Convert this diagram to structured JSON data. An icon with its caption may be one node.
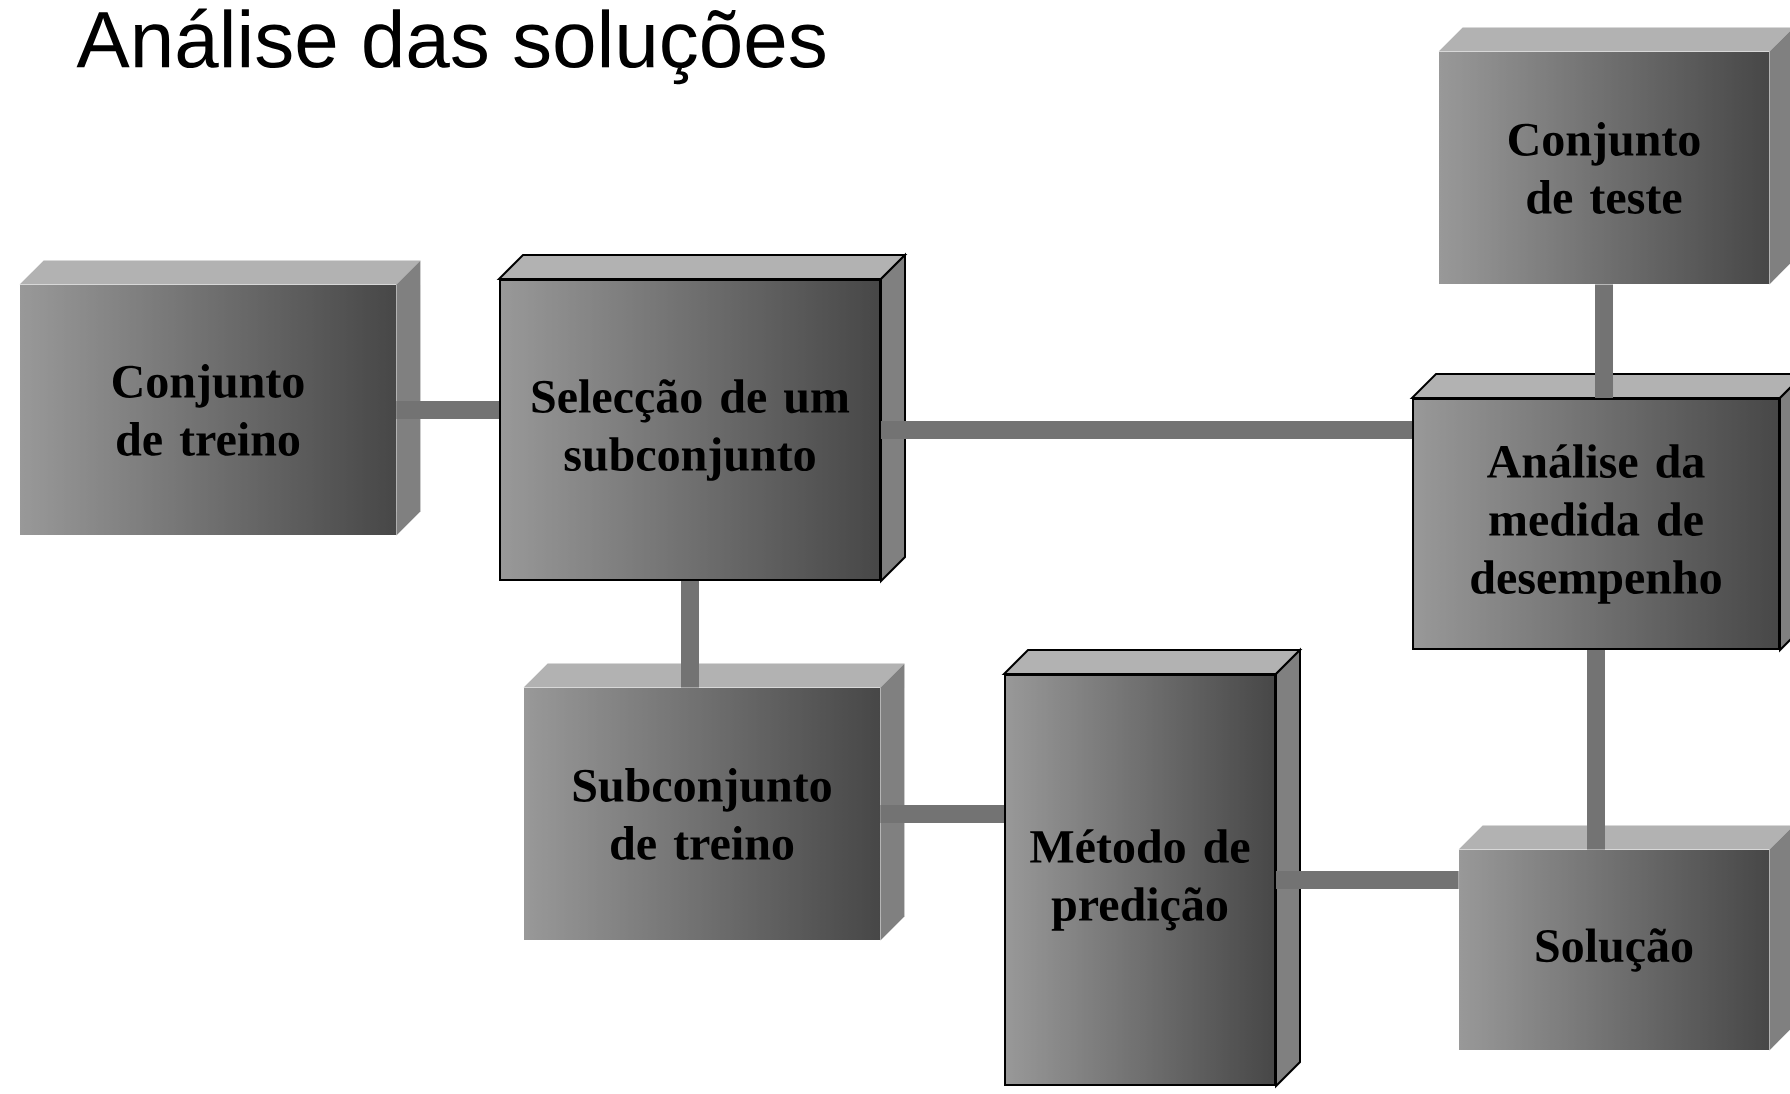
{
  "diagram": {
    "title": "Análise das soluções",
    "nodes": [
      {
        "text": [
          "Conjunto de treino"
        ]
      },
      {
        "text": [
          "Selecção de um subconjunto"
        ]
      },
      {
        "text": [
          "Conjunto de teste"
        ]
      },
      {
        "text": [
          "Análise da medida de desempenho"
        ]
      },
      {
        "text": [
          "Subconjunto de treino"
        ]
      },
      {
        "text": [
          "Método de predição"
        ]
      },
      {
        "text": [
          "Solução"
        ]
      }
    ],
    "edges": [
      {
        "from": 0,
        "to": 1,
        "arrow": "none"
      },
      {
        "from": 1,
        "to": 3,
        "arrow": "none"
      },
      {
        "from": 2,
        "to": 3,
        "arrow": "none"
      },
      {
        "from": 1,
        "to": 4,
        "arrow": "none"
      },
      {
        "from": 4,
        "to": 5,
        "arrow": "none"
      },
      {
        "from": 5,
        "to": 6,
        "arrow": "none"
      },
      {
        "from": 3,
        "to": 6,
        "arrow": "none"
      }
    ]
  }
}
